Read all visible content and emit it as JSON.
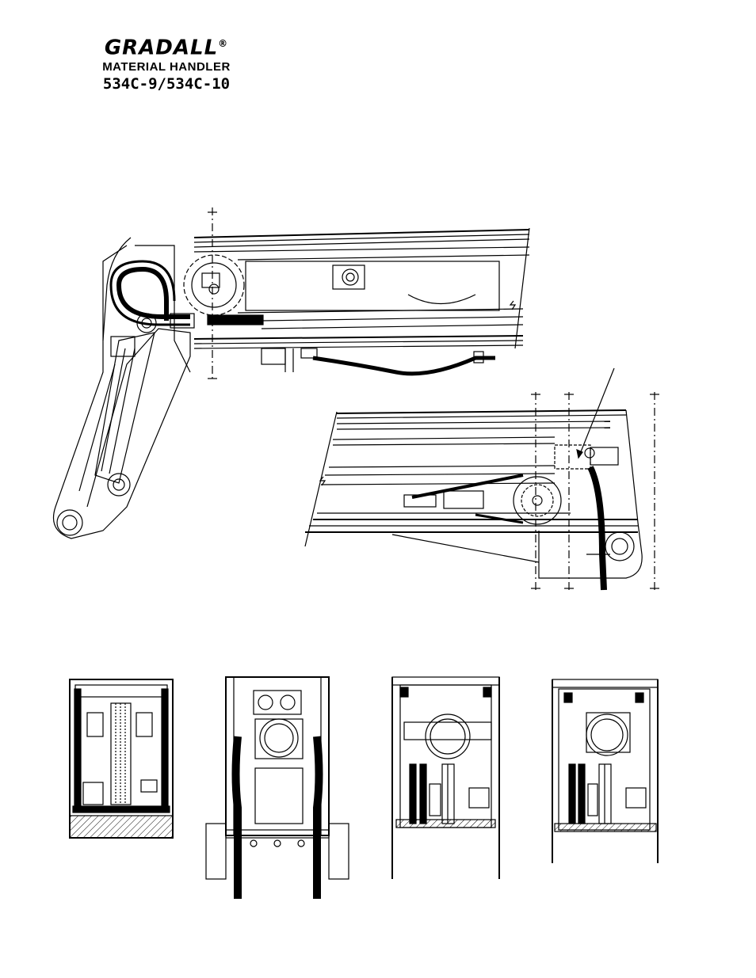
{
  "header": {
    "brand": "GRADALL",
    "registered_mark": "®",
    "subtitle": "MATERIAL HANDLER",
    "model": "534C-9/534C-10"
  }
}
